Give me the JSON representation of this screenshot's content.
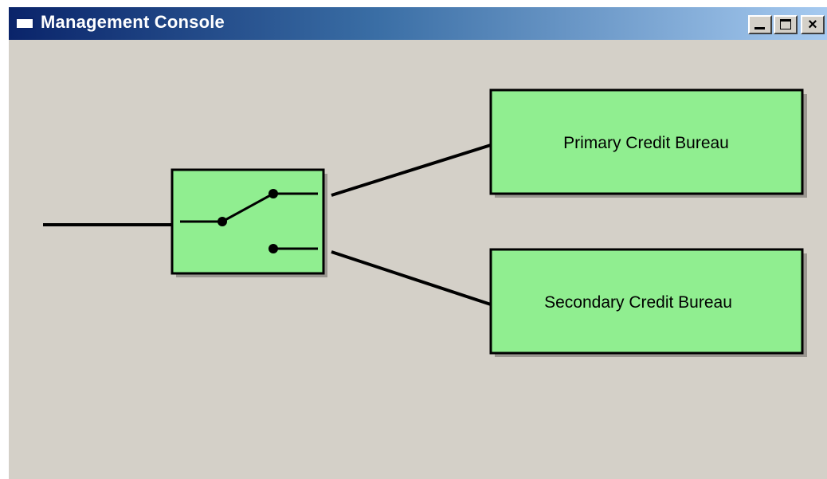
{
  "window": {
    "title": "Management Console",
    "close_glyph": "×"
  },
  "diagram": {
    "primary_label": "Primary Credit Bureau",
    "secondary_label": "Secondary Credit Bureau",
    "box_fill": "#90ee90",
    "line_color": "#000000",
    "shadow_color": "#9a9690",
    "background": "#d4d0c8"
  },
  "icons": {
    "switch": "switch-icon",
    "window": "window-icon",
    "minimize": "minimize-icon",
    "maximize": "maximize-icon",
    "close": "close-icon"
  }
}
